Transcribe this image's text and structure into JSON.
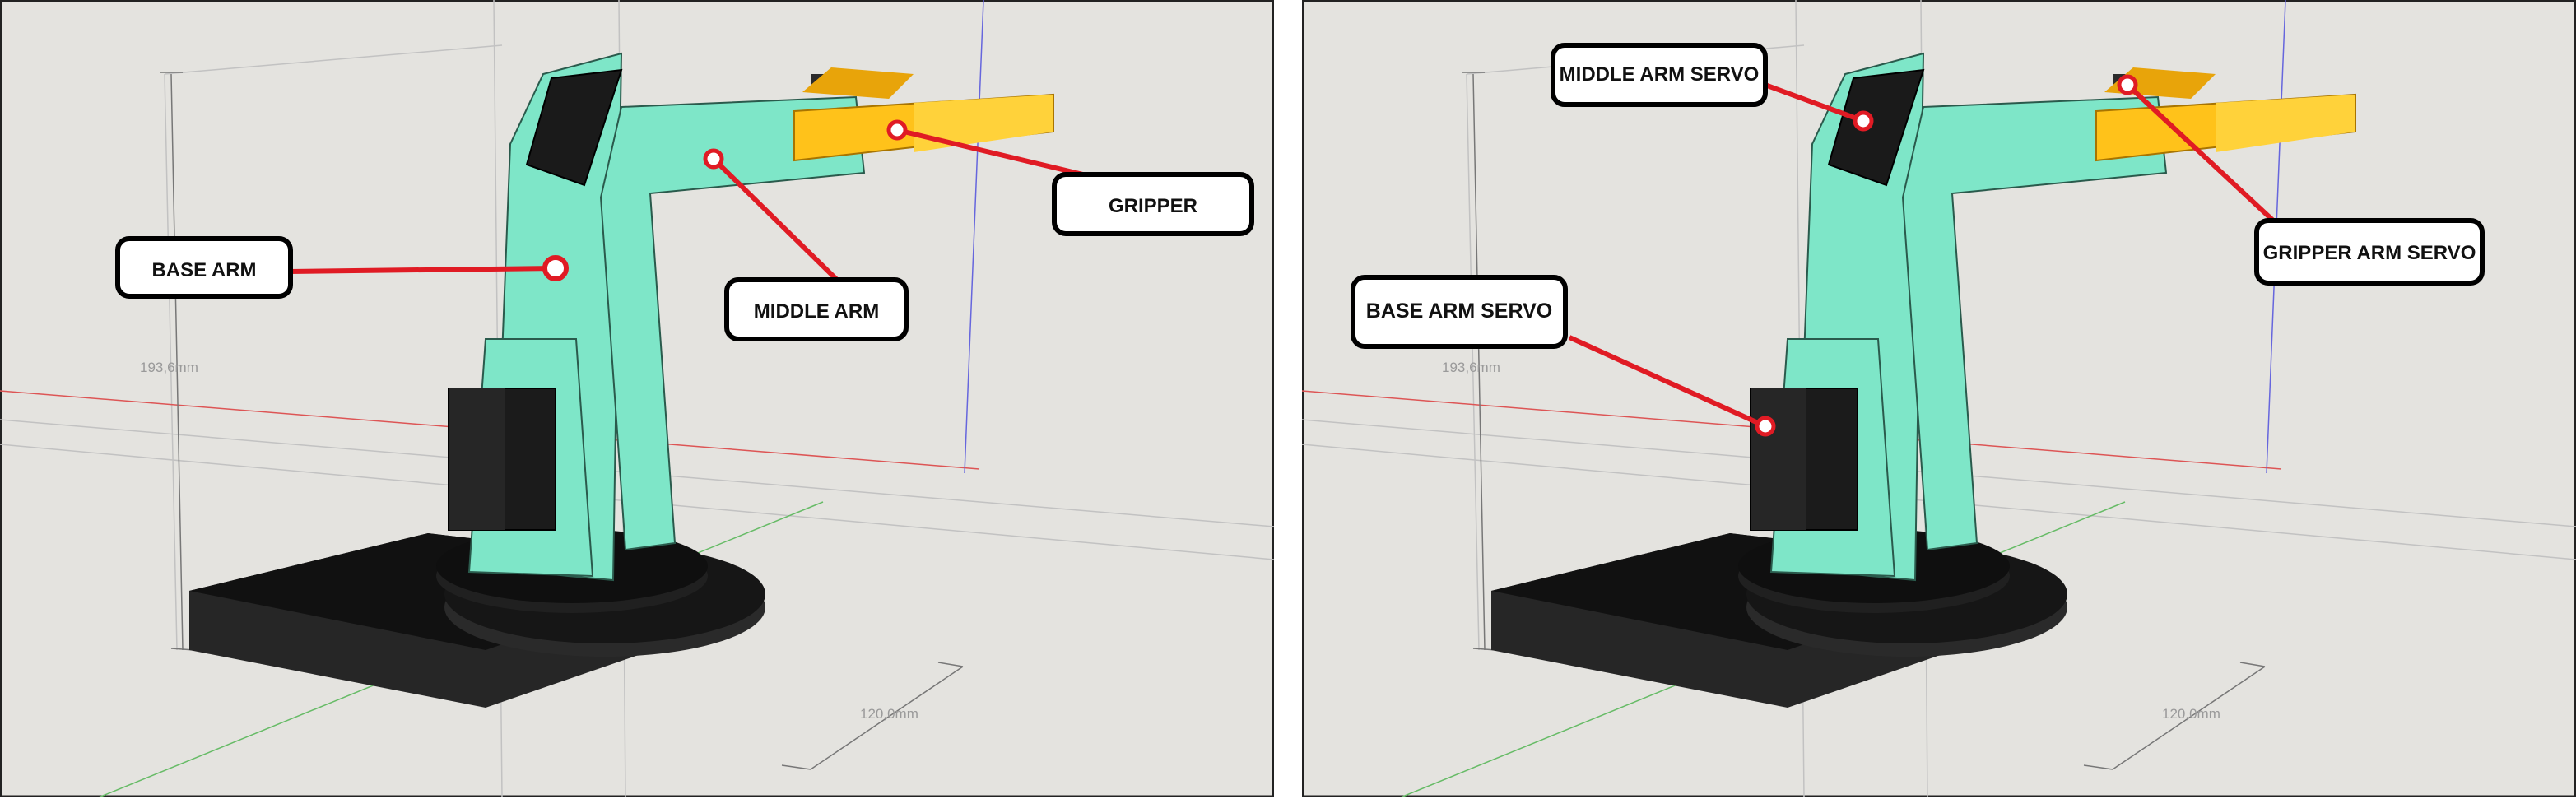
{
  "left_panel": {
    "labels": {
      "base_arm": "BASE ARM",
      "middle_arm": "MIDDLE ARM",
      "gripper": "GRIPPER"
    },
    "dimensions": {
      "height": "193,6mm",
      "width": "120,0mm"
    }
  },
  "right_panel": {
    "labels": {
      "middle_arm_servo": "MIDDLE ARM SERVO",
      "base_arm_servo": "BASE ARM SERVO",
      "gripper_arm_servo": "GRIPPER ARM SERVO"
    },
    "dimensions": {
      "height": "193,6mm",
      "width": "120,0mm"
    }
  },
  "colors": {
    "background": "#e4e3df",
    "arm": "#7ee6c8",
    "gripper": "#ffc21a",
    "base": "#1a1a1a",
    "callout_line": "#e01b24",
    "axis_red": "#d33",
    "axis_green": "#5b5",
    "axis_blue": "#55d"
  }
}
